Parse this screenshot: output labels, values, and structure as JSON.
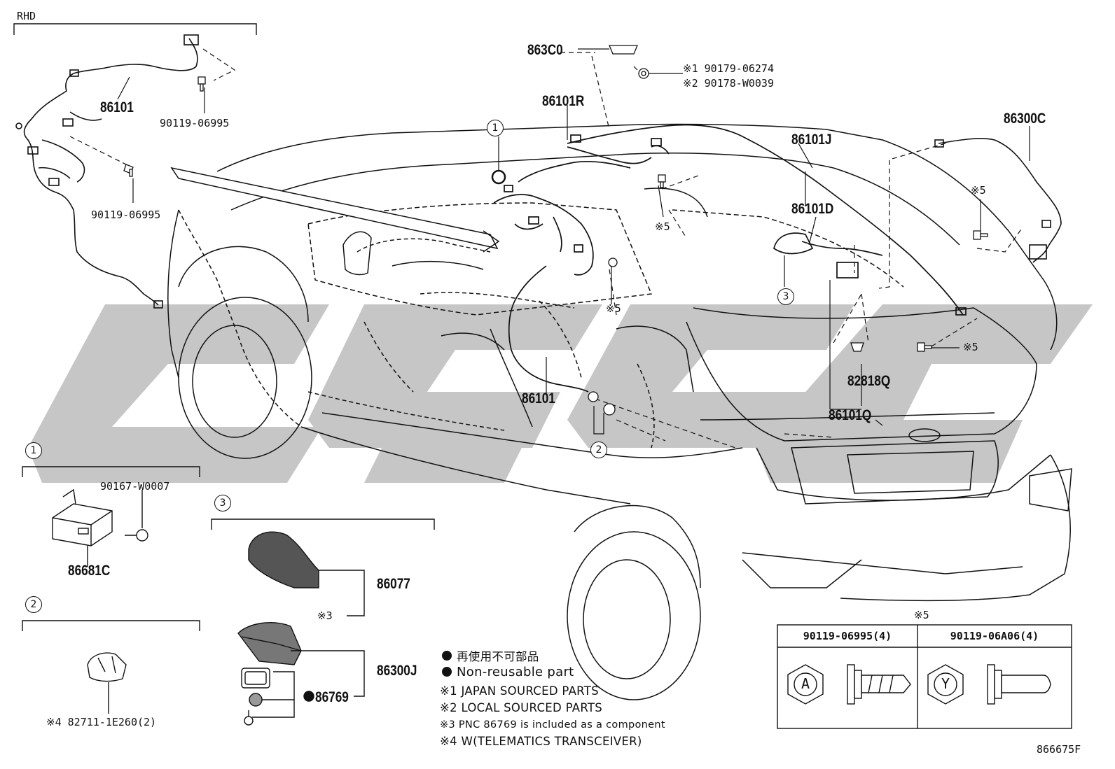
{
  "corner_label": "RHD",
  "diagram_code": "866675F",
  "parts": {
    "p863C0": "863C0",
    "p86101_top": "86101",
    "p90119_a": "90119-06995",
    "p90119_b": "90119-06995",
    "p86101R": "86101R",
    "p86101J": "86101J",
    "p86300C": "86300C",
    "p86101D": "86101D",
    "p82818Q": "82818Q",
    "p86101Q": "86101Q",
    "p86101_mid": "86101",
    "p90167": "90167-W0007",
    "p86681C": "86681C",
    "p82711": "82711-1E260(2)",
    "p86077": "86077",
    "p86300J": "86300J",
    "p86769": "86769"
  },
  "refs": {
    "ref1": "※1 90179-06274",
    "ref2": "※2 90178-W0039",
    "mark5": "※5",
    "mark3": "※3",
    "mark4": "※4"
  },
  "callouts": {
    "c1": "1",
    "c2": "2",
    "c3": "3"
  },
  "legend": {
    "nonreuse_jp": "再使用不可部品",
    "nonreuse_en": "Non-reusable part",
    "n1": "※1 JAPAN SOURCED PARTS",
    "n2": "※2 LOCAL SOURCED PARTS",
    "n3": "※3 PNC 86769 is included as a component",
    "n4": "※4 W(TELEMATICS TRANSCEIVER)"
  },
  "bolt_table": {
    "title": "※5",
    "col1": "90119-06995(4)",
    "col2": "90119-06A06(4)",
    "mark1": "A",
    "mark2": "Y"
  },
  "colors": {
    "line": "#111111",
    "watermark": "#c8c8c8"
  }
}
